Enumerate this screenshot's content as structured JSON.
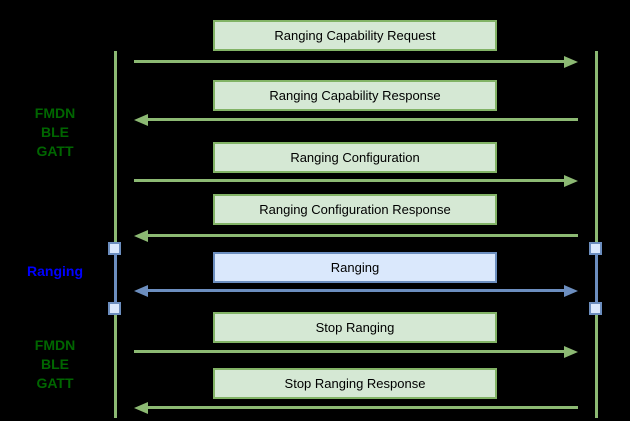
{
  "diagram_type": "sequence-diagram",
  "colors": {
    "background": "#000000",
    "green_box_fill": "#d5e8d4",
    "green_box_border": "#82b366",
    "green_arrow": "#8CB973",
    "blue_box_fill": "#dae8fc",
    "blue_box_border": "#6c8ebf",
    "section_label_green": "#006600",
    "section_label_blue": "#0000ff",
    "message_text": "#000000"
  },
  "labels": {
    "gatt_top": {
      "lines": [
        "FMDN",
        "BLE",
        "GATT"
      ]
    },
    "ranging_phase": {
      "lines": [
        "Ranging"
      ]
    },
    "gatt_bottom": {
      "lines": [
        "FMDN",
        "BLE",
        "GATT"
      ]
    }
  },
  "messages": [
    {
      "label": "Ranging Capability Request",
      "direction": "right",
      "channel": "green"
    },
    {
      "label": "Ranging Capability Response",
      "direction": "left",
      "channel": "green"
    },
    {
      "label": "Ranging Configuration",
      "direction": "right",
      "channel": "green"
    },
    {
      "label": "Ranging Configuration Response",
      "direction": "left",
      "channel": "green"
    },
    {
      "label": "Ranging",
      "direction": "both",
      "channel": "blue"
    },
    {
      "label": "Stop Ranging",
      "direction": "right",
      "channel": "green"
    },
    {
      "label": "Stop Ranging Response",
      "direction": "left",
      "channel": "green"
    }
  ],
  "lifelines": {
    "left": "lifeline-left",
    "right": "lifeline-right",
    "activation_markers": 4
  }
}
